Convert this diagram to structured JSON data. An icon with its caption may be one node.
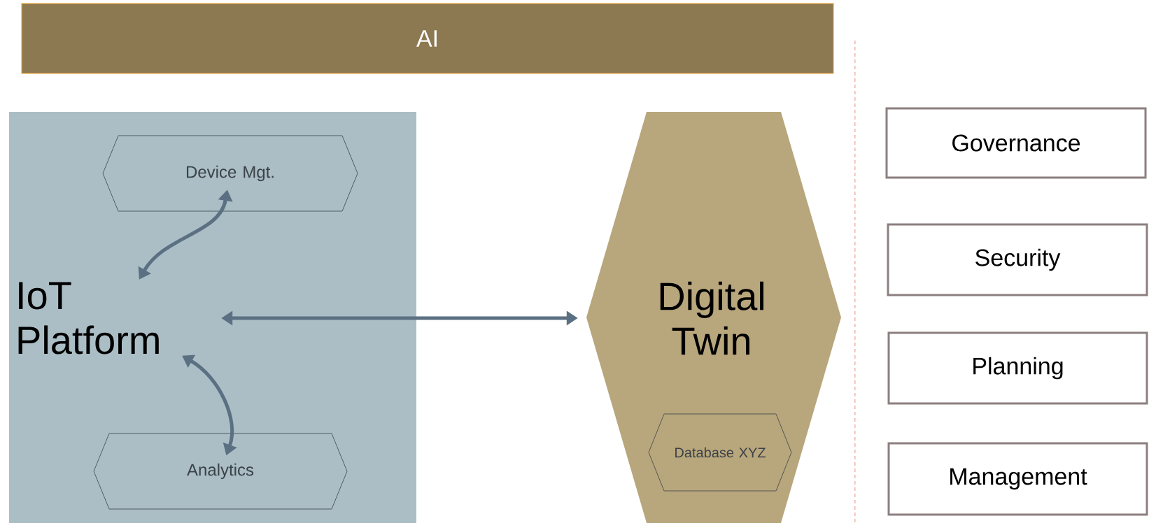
{
  "diagram": {
    "nodes": [
      {
        "text": [
          "AI"
        ]
      },
      {
        "text": [],
        "shape": "box"
      },
      {
        "text": [
          "IoT Platform"
        ],
        "in": 1
      },
      {
        "text": [
          "Device Mgt."
        ],
        "in": 1
      },
      {
        "text": [
          "Analytics"
        ],
        "in": 1
      },
      {
        "text": [
          "Digital Twin"
        ]
      },
      {
        "text": [
          "Database XYZ"
        ],
        "in": 5
      },
      {
        "text": [
          "Governance"
        ]
      },
      {
        "text": [
          "Security"
        ]
      },
      {
        "text": [
          "Planning"
        ]
      },
      {
        "text": [
          "Management"
        ]
      }
    ],
    "edges": [
      {
        "from": 2,
        "to": 3,
        "arrow": "both"
      },
      {
        "from": 2,
        "to": 4,
        "arrow": "both"
      },
      {
        "from": 2,
        "to": 5,
        "arrow": "both"
      }
    ]
  }
}
